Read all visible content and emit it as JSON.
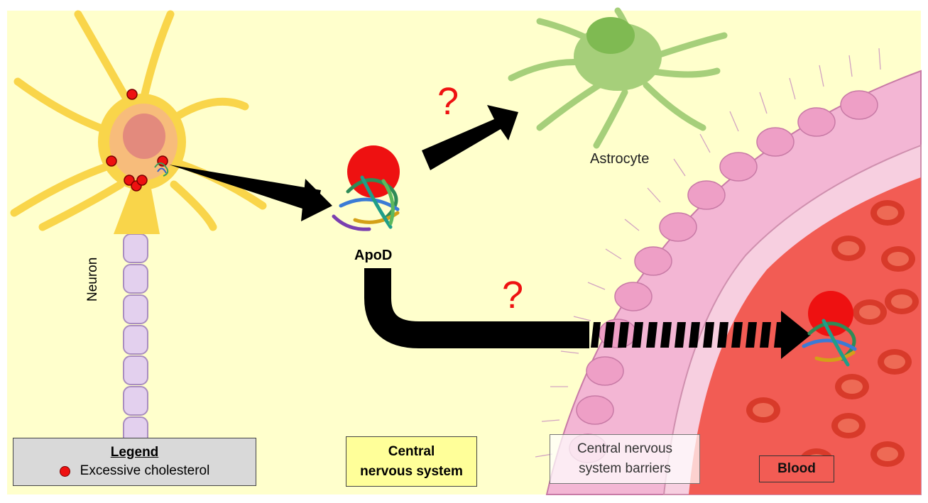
{
  "labels": {
    "astrocyte": "Astrocyte",
    "apod": "ApoD",
    "neuron": "Neuron"
  },
  "uncertainty_marks": [
    "?",
    "?"
  ],
  "legend": {
    "title": "Legend",
    "items": [
      {
        "label": "Excessive cholesterol",
        "symbol": "red-dot",
        "color": "#ee1111"
      }
    ]
  },
  "regions": {
    "cns": [
      "Central",
      "nervous system"
    ],
    "barriers": [
      "Central nervous",
      "system barriers"
    ],
    "blood": "Blood"
  },
  "colors": {
    "cns_background": "#ffffcc",
    "cholesterol": "#ee1111",
    "blood": "#f25c54",
    "astrocyte": "#a6cf7a",
    "neuron": "#f9d54a",
    "arrows": "#000000"
  }
}
